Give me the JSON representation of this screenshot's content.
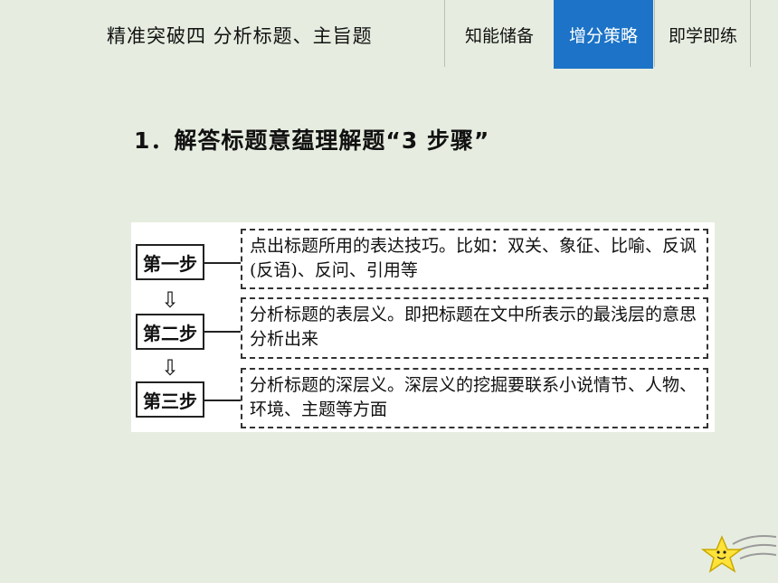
{
  "header": {
    "title": "精准突破四  分析标题、主旨题",
    "tabs": [
      {
        "label": "知能储备",
        "active": false
      },
      {
        "label": "增分策略",
        "active": true
      },
      {
        "label": "即学即练",
        "active": false
      }
    ]
  },
  "heading": "1．解答标题意蕴理解题“3 步骤”",
  "steps": [
    {
      "label": "第一步",
      "text": "点出标题所用的表达技巧。比如：双关、象征、比喻、反讽(反语)、反问、引用等"
    },
    {
      "label": "第二步",
      "text": "分析标题的表层义。即把标题在文中所表示的最浅层的意思分析出来"
    },
    {
      "label": "第三步",
      "text": "分析标题的深层义。深层义的挖掘要联系小说情节、人物、环境、主题等方面"
    }
  ],
  "icons": {
    "arrow": "down-arrow-icon",
    "decoration": "star-icon"
  },
  "colors": {
    "background": "#e6ede0",
    "accent": "#1c73c7"
  }
}
